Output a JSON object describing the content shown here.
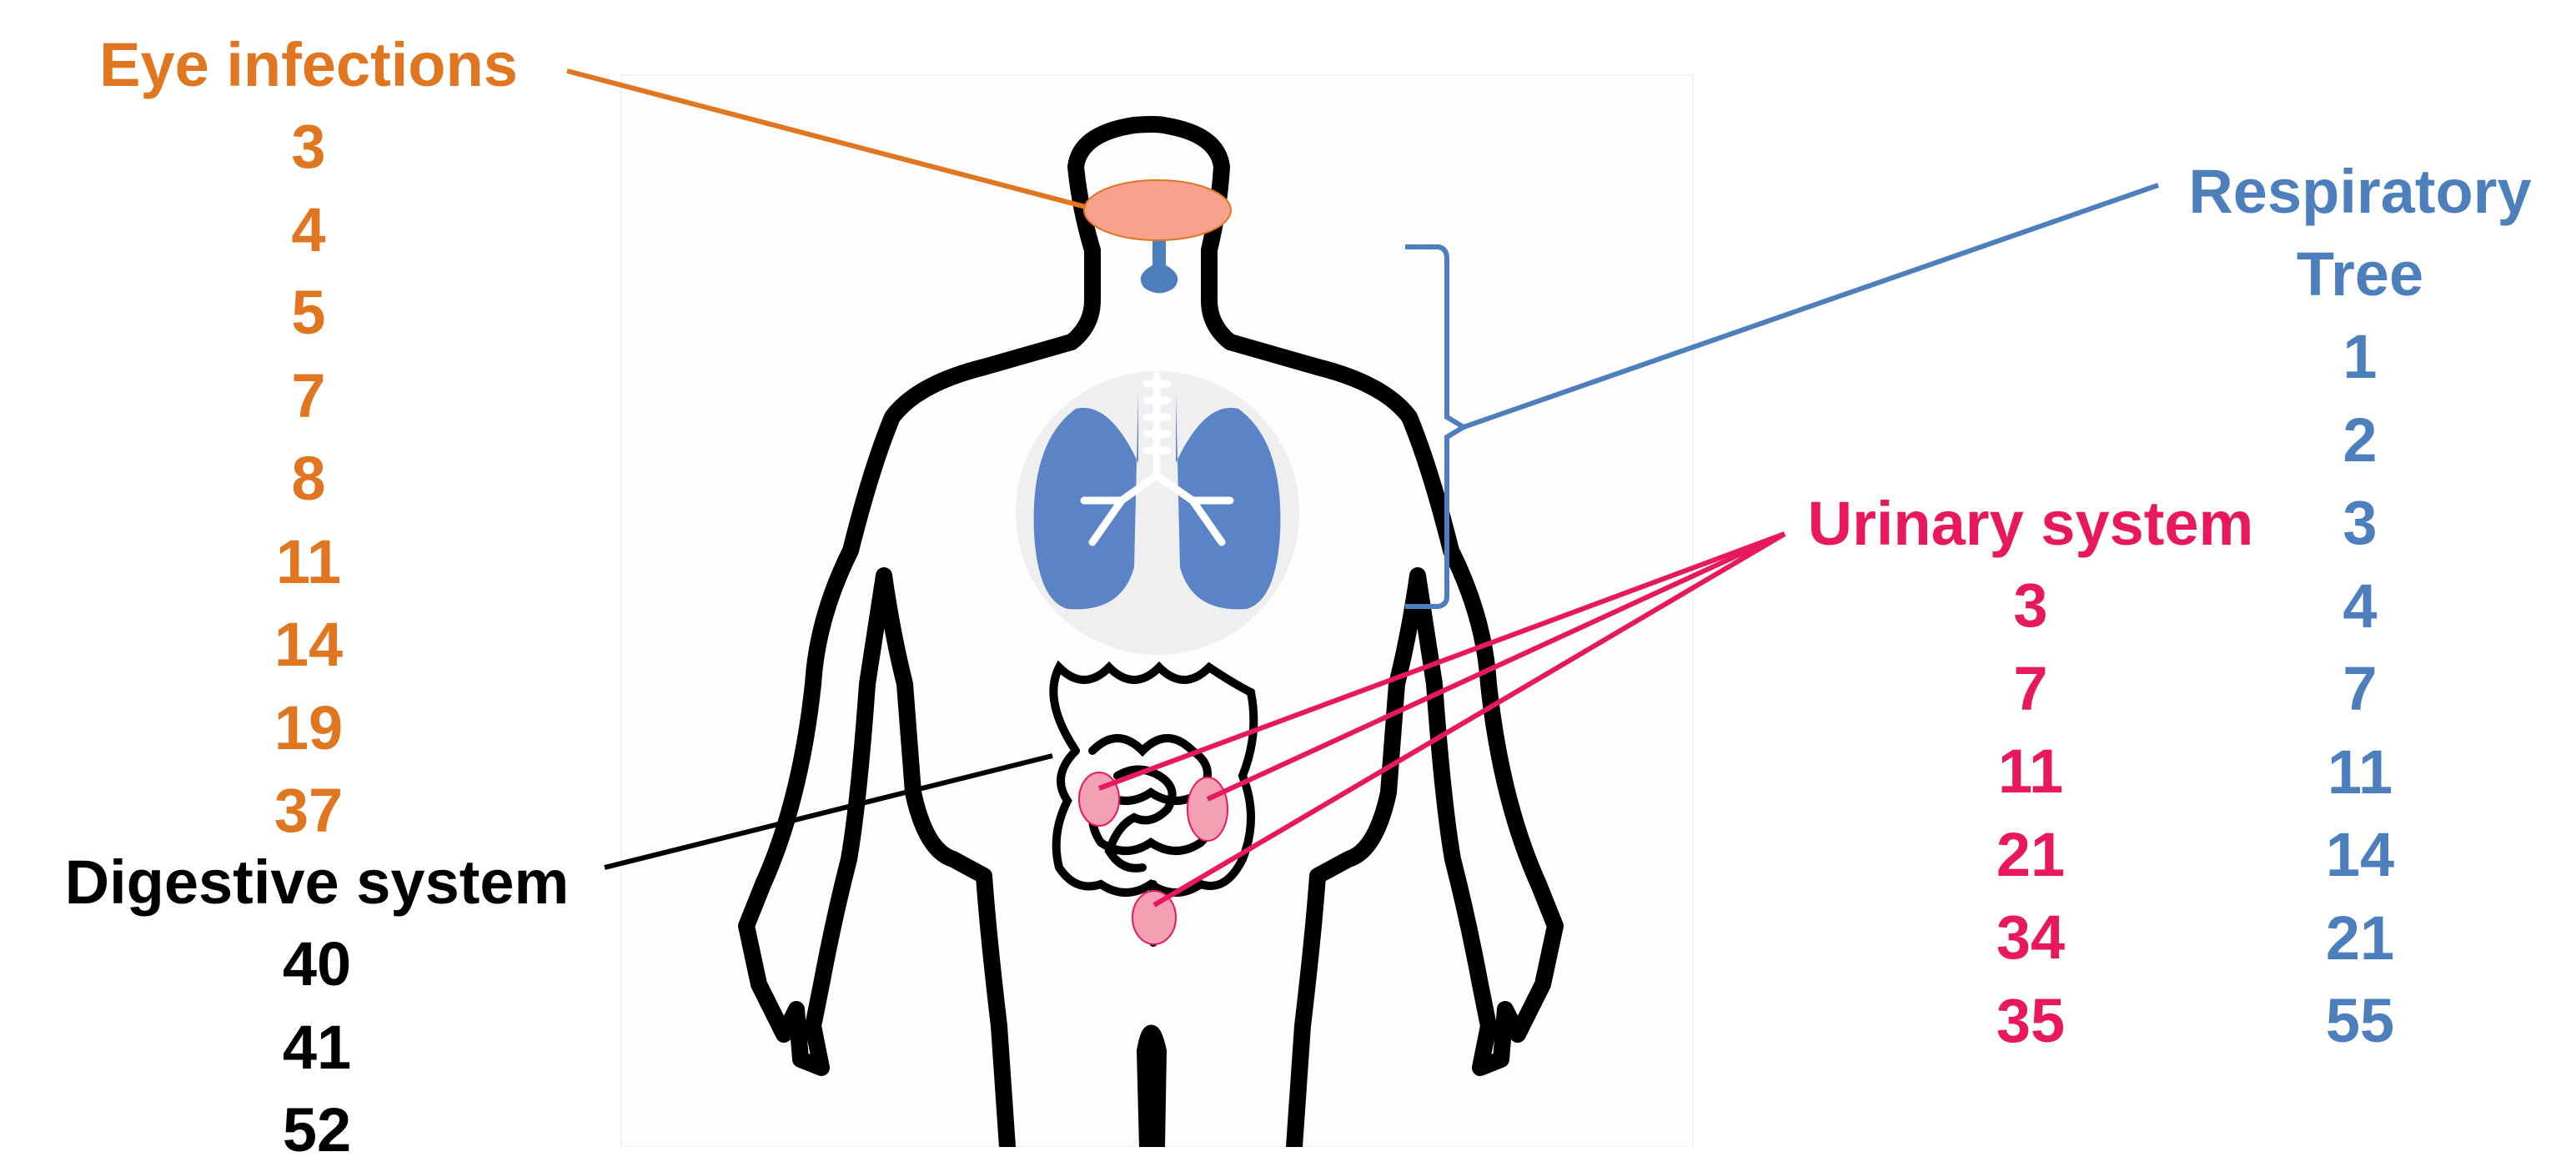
{
  "labels": {
    "eye": {
      "title": "Eye infections",
      "values": [
        "3",
        "4",
        "5",
        "7",
        "8",
        "11",
        "14",
        "19",
        "37"
      ]
    },
    "respiratory": {
      "title_line1": "Respiratory",
      "title_line2": "Tree",
      "values": [
        "1",
        "2",
        "3",
        "4",
        "7",
        "11",
        "14",
        "21",
        "55"
      ]
    },
    "urinary": {
      "title": "Urinary system",
      "values": [
        "3",
        "7",
        "11",
        "21",
        "34",
        "35"
      ]
    },
    "digestive": {
      "title": "Digestive system",
      "values": [
        "40",
        "41",
        "52"
      ]
    }
  },
  "colors": {
    "eye": "#e0761f",
    "respiratory": "#4e7fbd",
    "urinary": "#e8185e",
    "digestive": "#000000",
    "body_outline": "#000000",
    "lungs": "#5b84c6",
    "eye_highlight": "#f7a28f",
    "kidney": "#f4a0b4"
  },
  "icons": [
    "human-body-outline",
    "lungs-icon",
    "intestine-icon",
    "eye-highlight",
    "kidney-icon",
    "bladder-icon",
    "trachea-icon"
  ]
}
